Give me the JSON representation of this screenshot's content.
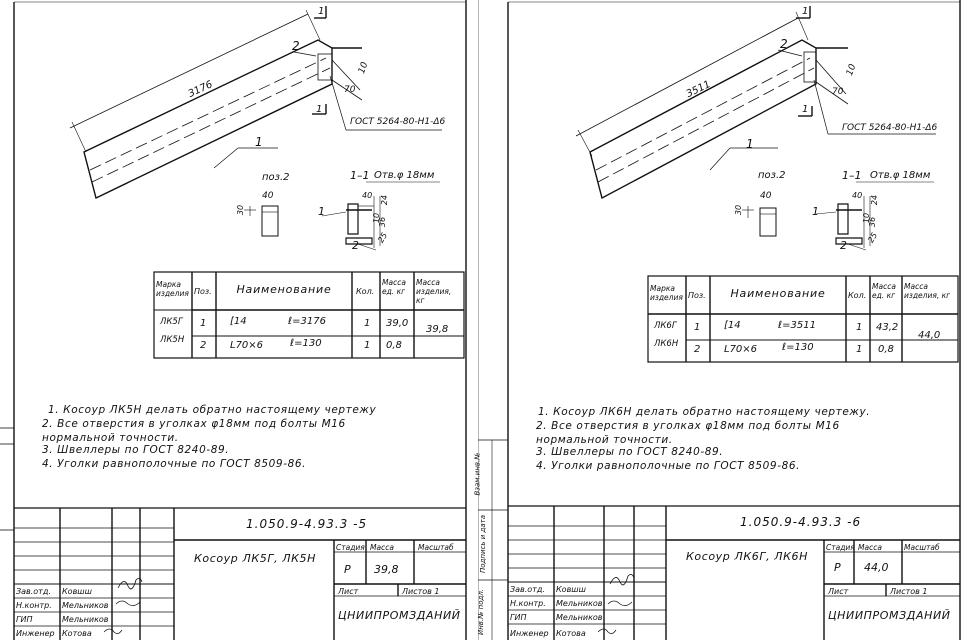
{
  "sheets": [
    {
      "id": "left",
      "drawing": {
        "length": "3176",
        "part1": "1",
        "part2": "2",
        "section_mark": "1",
        "dim_70": "70",
        "dim_10": "10",
        "gost_angle": "ГОСТ 5264-80-Н1-Δ6",
        "pos2_label": "поз.2",
        "dim_40": "40",
        "dim_30": "30",
        "section_label": "1–1",
        "hole_label": "Отв.φ 18мм",
        "sec_40": "40",
        "sec_24": "24",
        "sec_10": "10",
        "sec_36": "36",
        "sec_25": "25"
      },
      "spec": {
        "headers": [
          "Марка изделия",
          "Поз.",
          "Наименование",
          "Кол.",
          "Масса ед. кг",
          "Масса изделия, кг"
        ],
        "mark": [
          "ЛК5Г",
          "ЛК5Н"
        ],
        "rows": [
          {
            "pos": "1",
            "profile": "[14",
            "length": "ℓ=3176",
            "qty": "1",
            "mass": "39,0"
          },
          {
            "pos": "2",
            "profile": "L70×6",
            "length": "ℓ=130",
            "qty": "1",
            "mass": "0,8"
          }
        ],
        "total": "39,8"
      },
      "notes": [
        "1. Косоур ЛК5Н делать обратно настоящему чертежу",
        "2. Все отверстия в уголках φ18мм под болты М16",
        "нормальной точности.",
        "3. Швеллеры по ГОСТ 8240-89.",
        "4. Уголки равнополочные по ГОСТ 8509-86."
      ],
      "stamp": {
        "code": "1.050.9-4.93.3 -5",
        "title": "Косоур ЛК5Г, ЛК5Н",
        "stage_h": "Стадия",
        "mass_h": "Масса",
        "scale_h": "Масштаб",
        "stage": "Р",
        "mass": "39,8",
        "sheet_h": "Лист",
        "sheets_h": "Листов 1",
        "org": "ЦНИИПРОМЗДАНИЙ",
        "roles": [
          "Зав.отд.",
          "Н.контр.",
          "ГИП",
          "Инженер"
        ],
        "names": [
          "Ковшш",
          "Мельников",
          "Мельников",
          "Котова"
        ]
      }
    },
    {
      "id": "right",
      "drawing": {
        "length": "3511",
        "part1": "1",
        "part2": "2",
        "section_mark": "1",
        "dim_70": "70",
        "dim_10": "10",
        "gost_angle": "ГОСТ 5264-80-Н1-Δ6",
        "pos2_label": "поз.2",
        "dim_40": "40",
        "dim_30": "30",
        "section_label": "1–1",
        "hole_label": "Отв.φ 18мм",
        "sec_40": "40",
        "sec_24": "24",
        "sec_10": "10",
        "sec_36": "36",
        "sec_25": "25"
      },
      "spec": {
        "headers": [
          "Марка изделия",
          "Поз.",
          "Наименование",
          "Кол.",
          "Масса ед. кг",
          "Масса изделия, кг"
        ],
        "mark": [
          "ЛК6Г",
          "ЛК6Н"
        ],
        "rows": [
          {
            "pos": "1",
            "profile": "[14",
            "length": "ℓ=3511",
            "qty": "1",
            "mass": "43,2"
          },
          {
            "pos": "2",
            "profile": "L70×6",
            "length": "ℓ=130",
            "qty": "1",
            "mass": "0,8"
          }
        ],
        "total": "44,0"
      },
      "notes": [
        "1. Косоур ЛК6Н делать обратно настоящему чертежу.",
        "2. Все отверстия в уголках φ18мм под болты М16",
        "нормальной точности.",
        "3. Швеллеры по ГОСТ 8240-89.",
        "4. Уголки равнополочные по ГОСТ 8509-86."
      ],
      "stamp": {
        "code": "1.050.9-4.93.3 -6",
        "title": "Косоур ЛК6Г, ЛК6Н",
        "stage_h": "Стадия",
        "mass_h": "Масса",
        "scale_h": "Масштаб",
        "stage": "Р",
        "mass": "44,0",
        "sheet_h": "Лист",
        "sheets_h": "Листов 1",
        "org": "ЦНИИПРОМЗДАНИЙ",
        "roles": [
          "Зав.отд.",
          "Н.контр.",
          "ГИП",
          "Инженер"
        ],
        "names": [
          "Ковшш",
          "Мельников",
          "Мельников",
          "Котова"
        ]
      },
      "margin": [
        "Взам.инв.№",
        "Подпись и дата",
        "Инв.№ подл."
      ]
    }
  ]
}
